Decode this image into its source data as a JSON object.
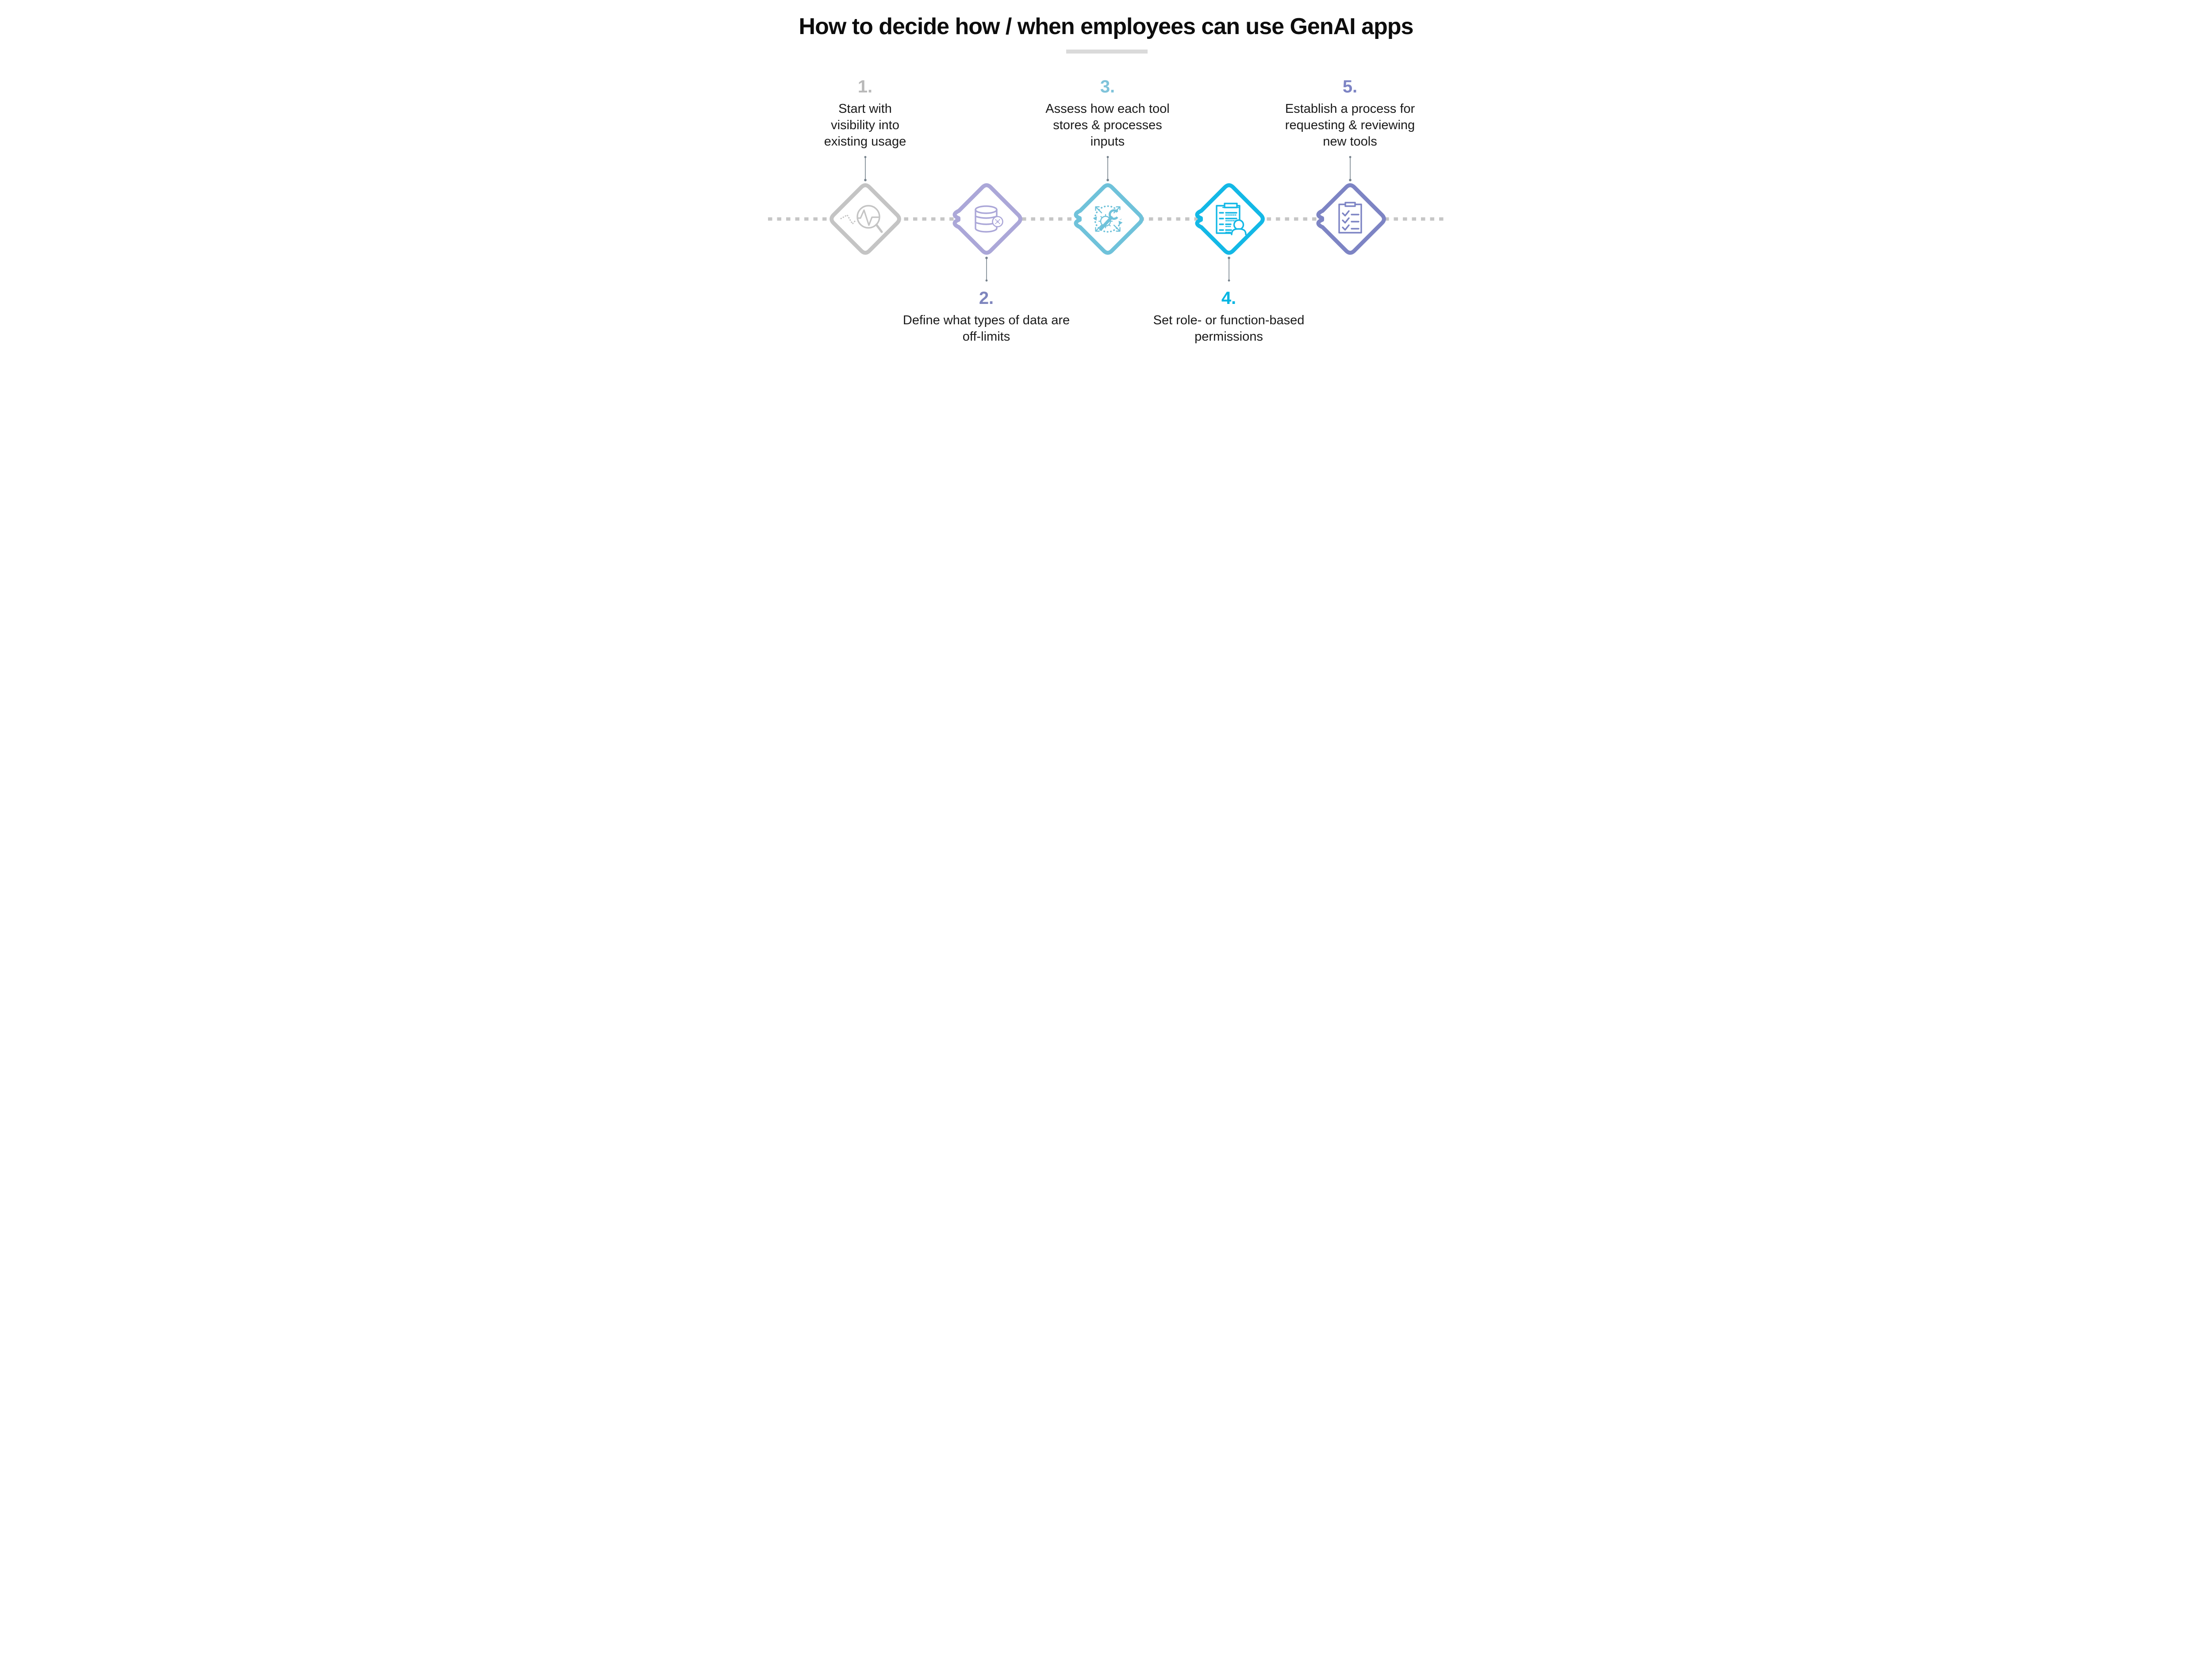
{
  "title": "How to decide how / when employees can use GenAI apps",
  "title_color": "#0d0d0d",
  "text_color": "#1a1a1a",
  "underline_color": "#dadada",
  "dash_color": "#c6c6c6",
  "connector_color": "#74808a",
  "steps": [
    {
      "number": "1.",
      "number_color": "#b9b9b9",
      "diamond_color": "#c4c4c4",
      "icon": "usage-visibility-icon",
      "position": "top",
      "lines": [
        "Start with",
        "visibility into",
        "existing usage"
      ]
    },
    {
      "number": "2.",
      "number_color": "#7e85bd",
      "diamond_color": "#aba7d8",
      "icon": "restricted-data-icon",
      "position": "bottom",
      "lines": [
        "Define what types of data are",
        "off-limits"
      ]
    },
    {
      "number": "3.",
      "number_color": "#7fc3da",
      "diamond_color": "#6fc2da",
      "icon": "tool-processing-icon",
      "position": "top",
      "lines": [
        "Assess how each tool",
        "stores & processes",
        "inputs"
      ]
    },
    {
      "number": "4.",
      "number_color": "#00b5e2",
      "diamond_color": "#13b8e6",
      "icon": "permissions-clipboard-icon",
      "position": "bottom",
      "lines": [
        "Set role- or function-based",
        "permissions"
      ]
    },
    {
      "number": "5.",
      "number_color": "#7d84c4",
      "diamond_color": "#7d84c4",
      "icon": "request-checklist-icon",
      "position": "top",
      "lines": [
        "Establish a process for",
        "requesting & reviewing",
        "new tools"
      ]
    }
  ]
}
